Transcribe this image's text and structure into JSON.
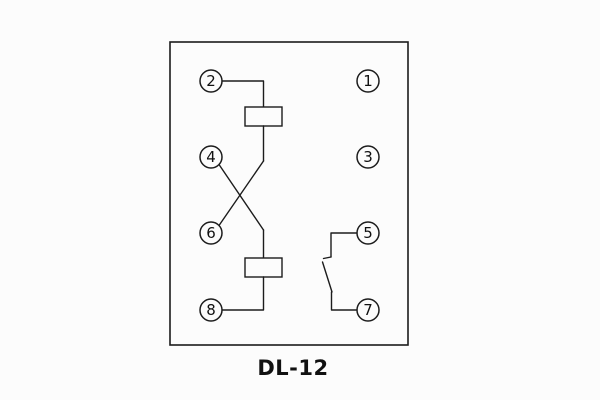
{
  "title": {
    "label": "DL-12"
  },
  "terminals": {
    "t1": "1",
    "t2": "2",
    "t3": "3",
    "t4": "4",
    "t5": "5",
    "t6": "6",
    "t7": "7",
    "t8": "8"
  }
}
